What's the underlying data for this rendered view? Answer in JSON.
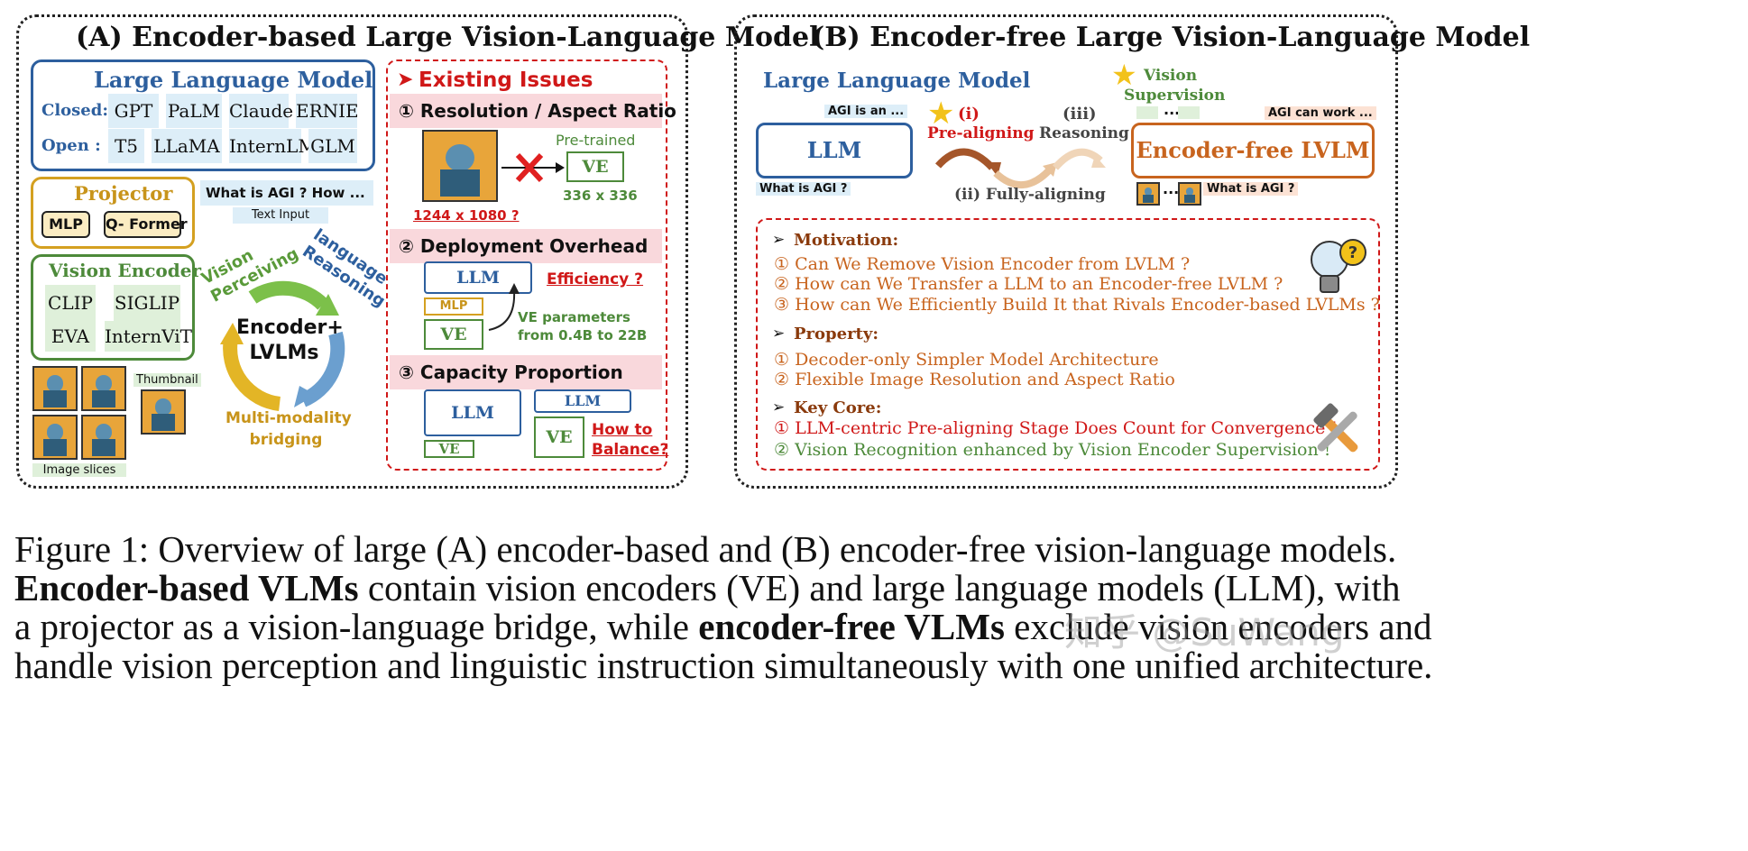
{
  "panel_a": {
    "title": "(A) Encoder-based Large Vision-Language Model",
    "llm": {
      "title": "Large Language Model",
      "closed_label": "Closed:",
      "closed_models": [
        "GPT",
        "PaLM",
        "Claude",
        "ERNIE"
      ],
      "open_label": "Open :",
      "open_models": [
        "T5",
        "LLaMA",
        "InternLM",
        "GLM"
      ]
    },
    "projector": {
      "title": "Projector",
      "items": [
        "MLP",
        "Q- Former"
      ]
    },
    "text_input": {
      "text": "What is AGI ? How ...",
      "label": "Text Input"
    },
    "vision_encoder": {
      "title": "Vision Encoder",
      "items": [
        "CLIP",
        "SIGLIP",
        "EVA",
        "InternViT"
      ]
    },
    "images": {
      "thumbnail_label": "Thumbnail",
      "slices_label": "Image slices"
    },
    "cycle": {
      "center_line1": "Encoder+",
      "center_line2": "LVLMs",
      "vision_line1": "Vision",
      "vision_line2": "Perceiving",
      "language_line1": "language",
      "language_line2": "Reasoning",
      "bridge_line1": "Multi-modality",
      "bridge_line2": "bridging"
    },
    "issues": {
      "title": "Existing Issues",
      "issue1": "①  Resolution / Aspect Ratio",
      "pretrained": "Pre-trained",
      "ve": "VE",
      "res_336": "336 x 336",
      "res_img": "1244 x 1080 ?",
      "issue2": "②  Deployment Overhead",
      "llm": "LLM",
      "mlp": "MLP",
      "efficiency": "Efficiency ?",
      "params_line1": "VE parameters",
      "params_line2": "from 0.4B to 22B",
      "issue3": "③  Capacity Proportion",
      "how_to_1": "How to",
      "how_to_2": "Balance?"
    }
  },
  "panel_b": {
    "title": "(B) Encoder-free Large Vision-Language Model",
    "llm_title": "Large Language Model",
    "llm": "LLM",
    "agi_is_an": "AGI is an ...",
    "what_is_agi": "What is AGI ?",
    "stage_i_num": "(i)",
    "stage_i": "Pre-aligning",
    "stage_ii": "(ii) Fully-aligning",
    "stage_iii_num": "(iii)",
    "stage_iii": "Reasoning",
    "vision_sup_1": "Vision",
    "vision_sup_2": "Supervision",
    "dots": "...",
    "agi_can_work": "AGI can work ...",
    "lvlm": "Encoder-free LVLM",
    "what_is_agi2": "What is AGI ?",
    "motivation": {
      "title": "Motivation:",
      "items": [
        "①  Can We Remove Vision Encoder from LVLM ?",
        "②  How can We Transfer a LLM to an Encoder-free LVLM ?",
        "③  How can We Efficiently Build It that Rivals Encoder-based LVLMs ?"
      ]
    },
    "property": {
      "title": "Property:",
      "items": [
        "①  Decoder-only Simpler Model Architecture",
        "②  Flexible Image Resolution and Aspect Ratio"
      ]
    },
    "key_core": {
      "title": "Key Core:",
      "items": [
        "①  LLM-centric Pre-aligning Stage Does Count for Convergence !",
        "②  Vision Recognition enhanced by Vision Encoder Supervision !"
      ]
    }
  },
  "caption": {
    "line1": "Figure 1:  Overview of large (A) encoder-based and (B) encoder-free vision-language models.",
    "line2_bold": "Encoder-based VLMs",
    "line2_rest": " contain vision encoders (VE) and large language models (LLM), with",
    "line3_pre": "a projector as a vision-language bridge, while ",
    "line3_bold": "encoder-free VLMs",
    "line3_rest": " exclude vision encoders and",
    "line4": "handle vision perception and linguistic instruction simultaneously with one unified architecture."
  },
  "watermark": "知乎 @SuWang",
  "colors": {
    "blue": "#2d5f9e",
    "gold": "#d4a020",
    "green": "#4d8a3a",
    "red": "#d01818",
    "orange": "#c8641e",
    "brown": "#8a3a0c"
  }
}
